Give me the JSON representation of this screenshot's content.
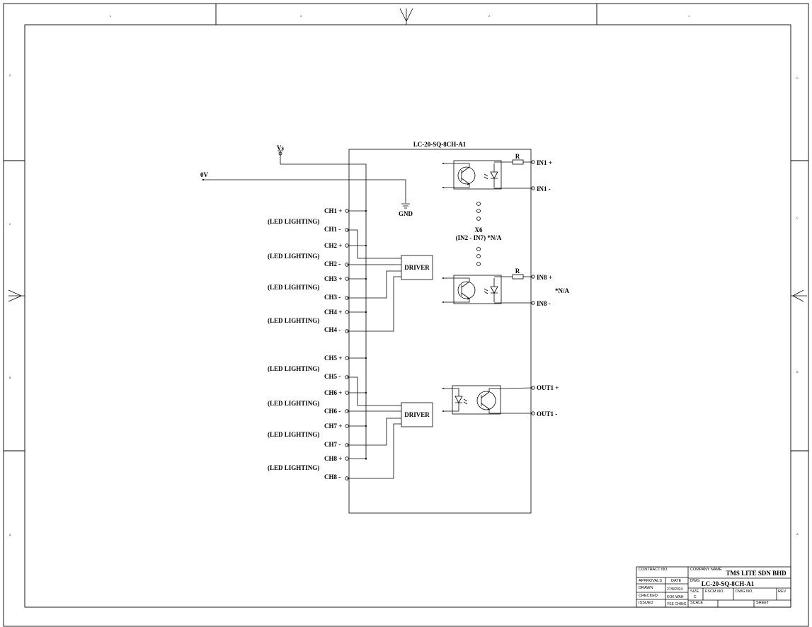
{
  "module": {
    "title": "LC-20-SQ-8CH-A1",
    "vs_label": "Vs",
    "zero_v_label": "0V",
    "gnd_label": "GND"
  },
  "channels": [
    {
      "plus": "CH1 +",
      "minus": "CH1 -",
      "load": "(LED LIGHTING)"
    },
    {
      "plus": "CH2 +",
      "minus": "CH2 -",
      "load": "(LED LIGHTING)"
    },
    {
      "plus": "CH3 +",
      "minus": "CH3 -",
      "load": "(LED LIGHTING)"
    },
    {
      "plus": "CH4 +",
      "minus": "CH4 -",
      "load": "(LED LIGHTING)"
    },
    {
      "plus": "CH5 +",
      "minus": "CH5 -",
      "load": "(LED LIGHTING)"
    },
    {
      "plus": "CH6 +",
      "minus": "CH6 -",
      "load": "(LED LIGHTING)"
    },
    {
      "plus": "CH7 +",
      "minus": "CH7 -",
      "load": "(LED LIGHTING)"
    },
    {
      "plus": "CH8 +",
      "minus": "CH8 -",
      "load": "(LED LIGHTING)"
    }
  ],
  "drivers": [
    "DRIVER",
    "DRIVER"
  ],
  "inputs": {
    "in1_plus": "IN1 +",
    "in1_minus": "IN1 -",
    "in8_plus": "IN8 +",
    "in8_minus": "IN8 -",
    "resistor_1": "R",
    "resistor_2": "R",
    "multiplier": "X6",
    "range_note": "(IN2 - IN7) *N/A",
    "side_note": "*N/A"
  },
  "outputs": {
    "out1_plus": "OUT1 +",
    "out1_minus": "OUT1 -"
  },
  "title_block": {
    "contract_no_label": "CONTRACT NO.",
    "company_name_label": "COMPANY NAME",
    "company_name": "TMS LITE SDN BHD",
    "approvals_label": "APPROVALS",
    "date_label": "DATE",
    "dwg_label": "DWG",
    "dwg_title": "LC-20-SQ-8CH-A1",
    "drawn_label": "DRAWN",
    "drawn_date": "27/8/2024",
    "checked_label": "CHECKED",
    "checked_by": "KOK WAH",
    "issued_label": "ISSUED",
    "issued_by": "YEE CHING",
    "size_label": "SIZE",
    "size_value": "C",
    "fscm_label": "FSCM NO.",
    "dwg_no_label": "DWG NO.",
    "rev_label": "REV",
    "scale_label": "SCALE",
    "sheet_label": "SHEET"
  },
  "border_zones": {
    "top": [
      "4",
      "3",
      "2",
      "1"
    ],
    "left": [
      "D",
      "C",
      "B",
      "A"
    ],
    "right": [
      "D",
      "C",
      "B",
      "A"
    ]
  }
}
